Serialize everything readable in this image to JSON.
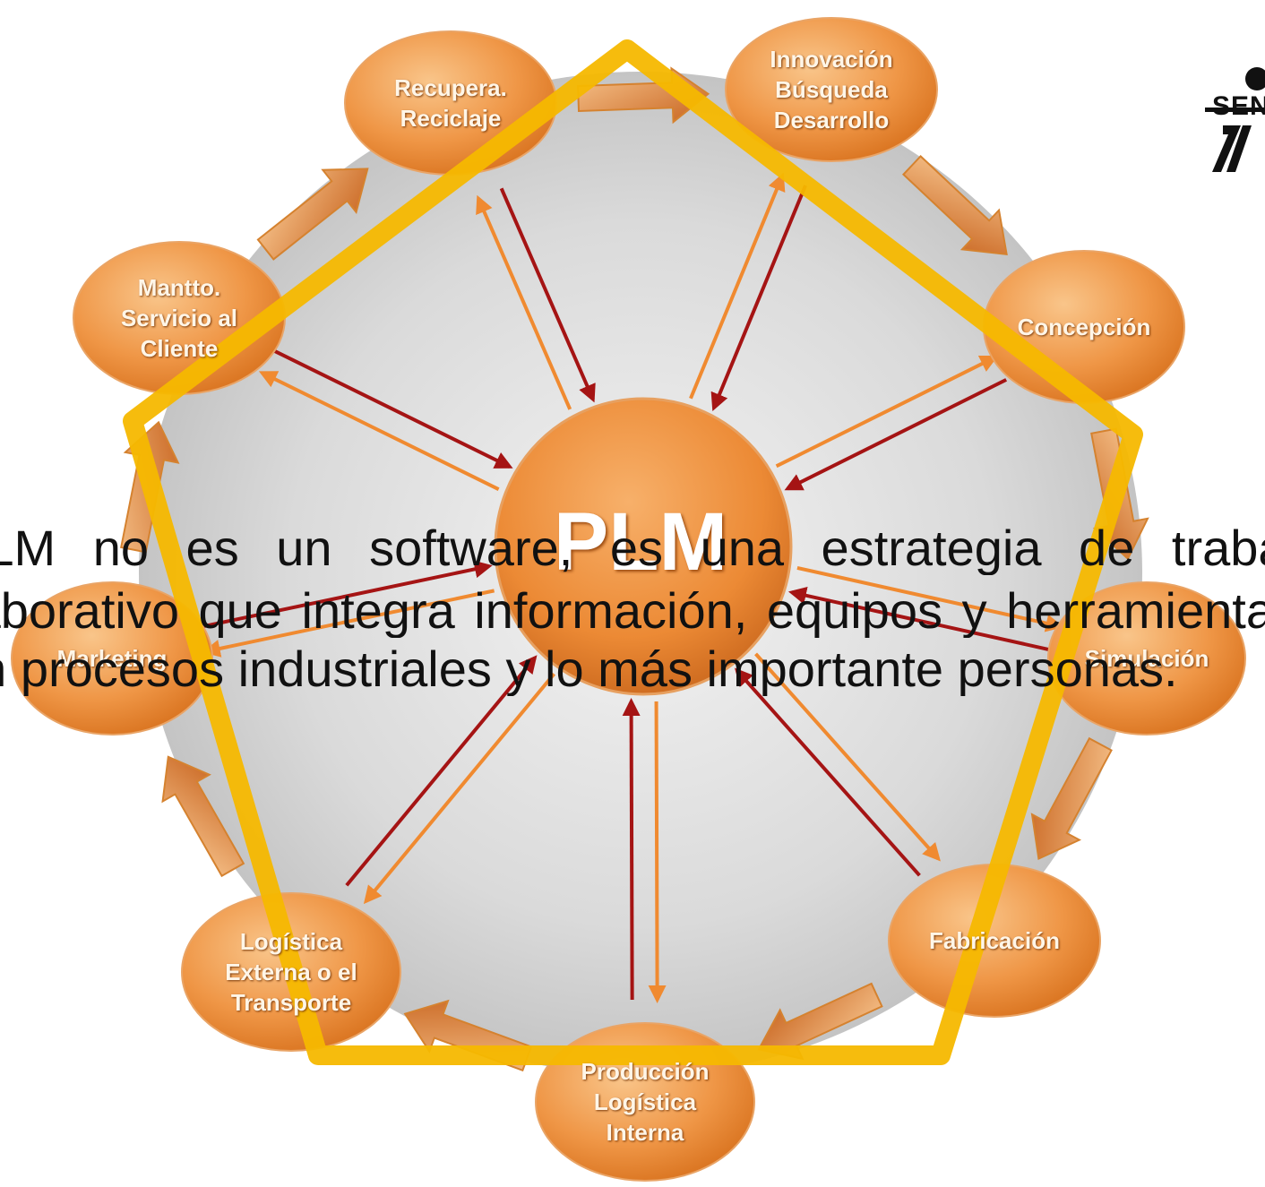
{
  "diagram": {
    "center_label": "PLM",
    "nodes": [
      {
        "id": "recupera",
        "lines": [
          "Recupera.",
          "Reciclaje"
        ]
      },
      {
        "id": "innovacion",
        "lines": [
          "Innovación",
          "Búsqueda",
          "Desarrollo"
        ]
      },
      {
        "id": "concepcion",
        "lines": [
          "Concepción"
        ]
      },
      {
        "id": "simulacion",
        "lines": [
          "Simulación"
        ]
      },
      {
        "id": "fabricacion",
        "lines": [
          "Fabricación"
        ]
      },
      {
        "id": "produccion",
        "lines": [
          "Producción",
          "Logística",
          "Interna"
        ]
      },
      {
        "id": "logistica-externa",
        "lines": [
          "Logística",
          "Externa o el",
          "Transporte"
        ]
      },
      {
        "id": "marketing",
        "lines": [
          "Marketing"
        ]
      },
      {
        "id": "mantto",
        "lines": [
          "Mantto.",
          "Servicio al",
          "Cliente"
        ]
      }
    ],
    "colors": {
      "node_orange": "#ec9140",
      "node_light": "#f8c487",
      "pentagon_yellow": "#f5b800",
      "arrow_dark": "#a51414",
      "arrow_light": "#f08a30",
      "background_gray": "#e4e4e4"
    }
  },
  "statement": {
    "line1": "PLM no es un software, es una estrategia de trabajo",
    "line2": "colaborativo que integra información, equipos y herramientas",
    "line3": "en procesos industriales y lo más importante personas."
  },
  "logo": {
    "text": "SENA"
  }
}
